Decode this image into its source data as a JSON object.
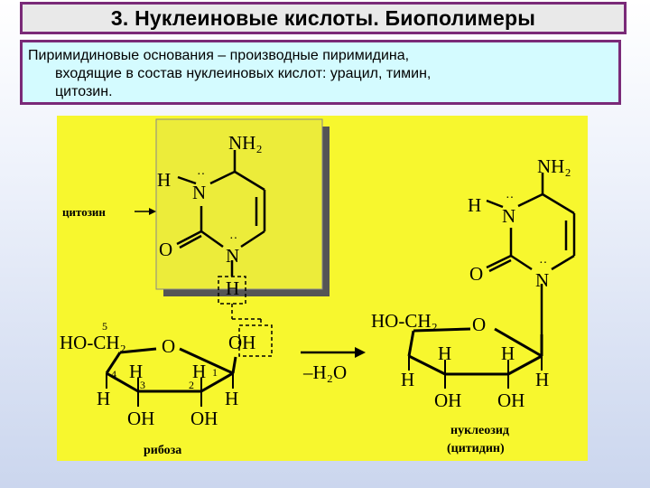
{
  "slide": {
    "title": "3. Нуклеиновые кислоты. Биополимеры",
    "definition_line1": "Пиримидиновые основания – производные пиримидина,",
    "definition_line2": "входящие в состав нуклеиновых кислот: урацил, тимин,",
    "definition_line3": "цитозин."
  },
  "figure": {
    "cytosine_label": "цитозин",
    "ribose_label": "рибоза",
    "nucleoside_label": "нуклеозид",
    "nucleoside_name": "(цитидин)",
    "arrow_label": "–H₂O",
    "nh2": "NH₂",
    "hn_h": "H",
    "n": "N",
    "o": "O",
    "h": "H",
    "ho_ch2": "HO-CH₂",
    "oh": "OH",
    "pos5": "5",
    "pos4": "4",
    "pos3": "3",
    "pos2": "2",
    "pos1": "1"
  },
  "colors": {
    "title_border": "#7a2a78",
    "def_bg": "#d4fbff",
    "figure_bg": "#f7f72e",
    "cytosine_panel": "#ecec3a"
  }
}
